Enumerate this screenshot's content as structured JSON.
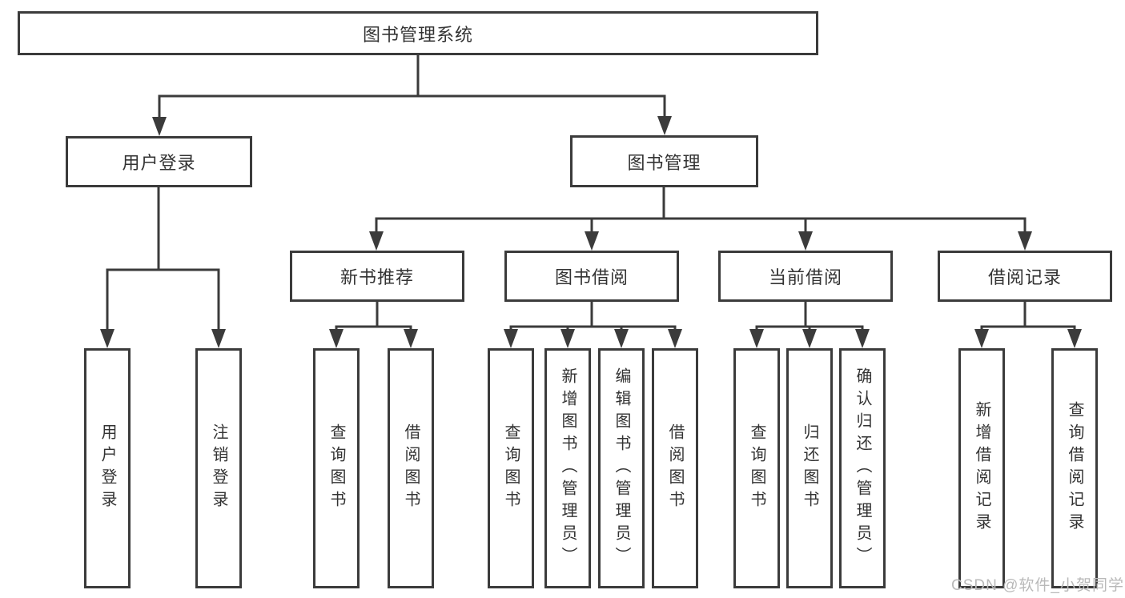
{
  "diagram": {
    "root": {
      "label": "图书管理系统"
    },
    "level2": {
      "user_login": {
        "label": "用户登录"
      },
      "book_management": {
        "label": "图书管理"
      }
    },
    "level3": {
      "new_book_recommend": {
        "label": "新书推荐"
      },
      "book_borrow": {
        "label": "图书借阅"
      },
      "current_borrow": {
        "label": "当前借阅"
      },
      "borrow_records": {
        "label": "借阅记录"
      }
    },
    "leaves": {
      "user_login": {
        "label": "用户登录"
      },
      "logout": {
        "label": "注销登录"
      },
      "recommend_query_books": {
        "label": "查询图书"
      },
      "recommend_borrow_books": {
        "label": "借阅图书"
      },
      "borrow_query_books": {
        "label": "查询图书"
      },
      "borrow_add_books_admin": {
        "label": "新增图书（管理员）"
      },
      "borrow_edit_books_admin": {
        "label": "编辑图书（管理员）"
      },
      "borrow_borrow_books": {
        "label": "借阅图书"
      },
      "current_query_books": {
        "label": "查询图书"
      },
      "current_return_books": {
        "label": "归还图书"
      },
      "current_confirm_return_admin": {
        "label": "确认归还（管理员）"
      },
      "records_add_record": {
        "label": "新增借阅记录"
      },
      "records_query_record": {
        "label": "查询借阅记录"
      }
    },
    "colors": {
      "line": "#3b3b3b",
      "box_background": "#ffffff",
      "text": "#333333",
      "watermark": "#b9b9b9"
    },
    "watermark": "CSDN @软件_小贺同学"
  }
}
